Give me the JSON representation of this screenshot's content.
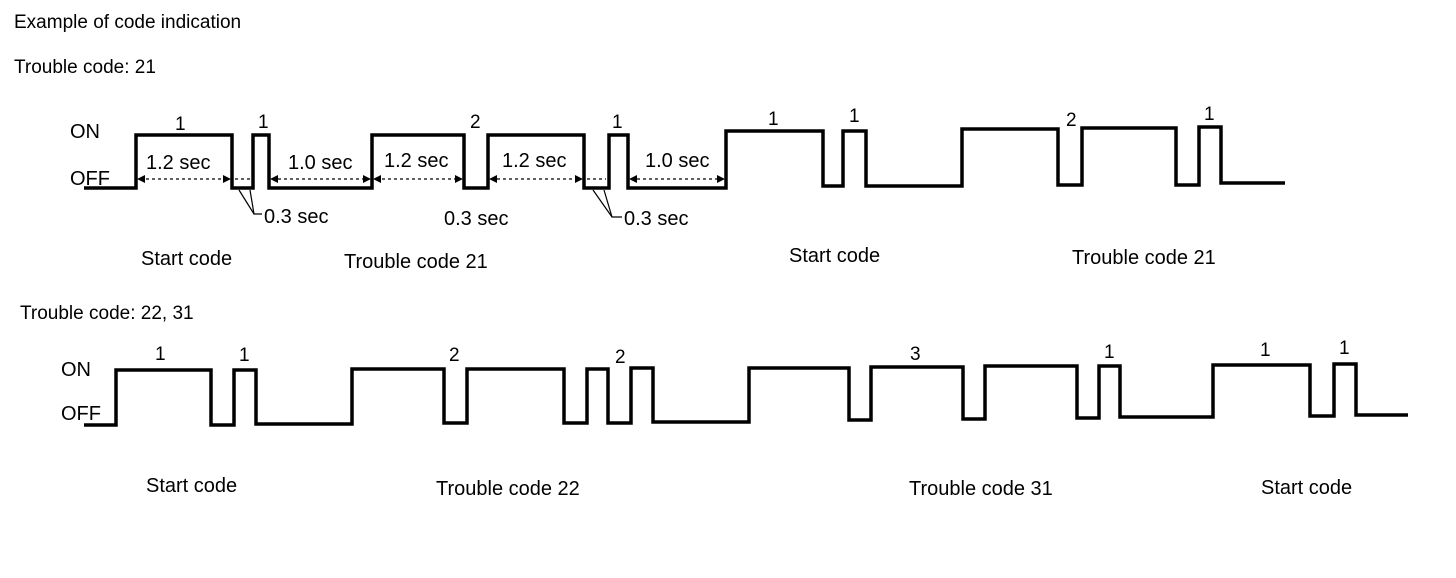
{
  "title": "Example of code indication",
  "diagram1": {
    "heading": "Trouble code: 21",
    "on_label": "ON",
    "off_label": "OFF",
    "pulse_numbers": [
      "1",
      "1",
      "2",
      "1",
      "1",
      "1",
      "2",
      "1"
    ],
    "timings": {
      "t_1_2_a": "1.2 sec",
      "t_1_0_a": "1.0 sec",
      "t_1_2_b": "1.2 sec",
      "t_1_2_c": "1.2 sec",
      "t_1_0_b": "1.0 sec",
      "t_0_3_a": "0.3 sec",
      "t_0_3_b": "0.3 sec",
      "t_0_3_c": "0.3 sec"
    },
    "captions": [
      "Start code",
      "Trouble code 21",
      "Start code",
      "Trouble code 21"
    ]
  },
  "diagram2": {
    "heading": "Trouble code: 22, 31",
    "on_label": "ON",
    "off_label": "OFF",
    "pulse_numbers": [
      "1",
      "1",
      "2",
      "2",
      "3",
      "1",
      "1",
      "1"
    ],
    "captions": [
      "Start code",
      "Trouble code 22",
      "Trouble code 31",
      "Start code"
    ]
  },
  "colors": {
    "line": "#000000",
    "background": "#ffffff"
  }
}
